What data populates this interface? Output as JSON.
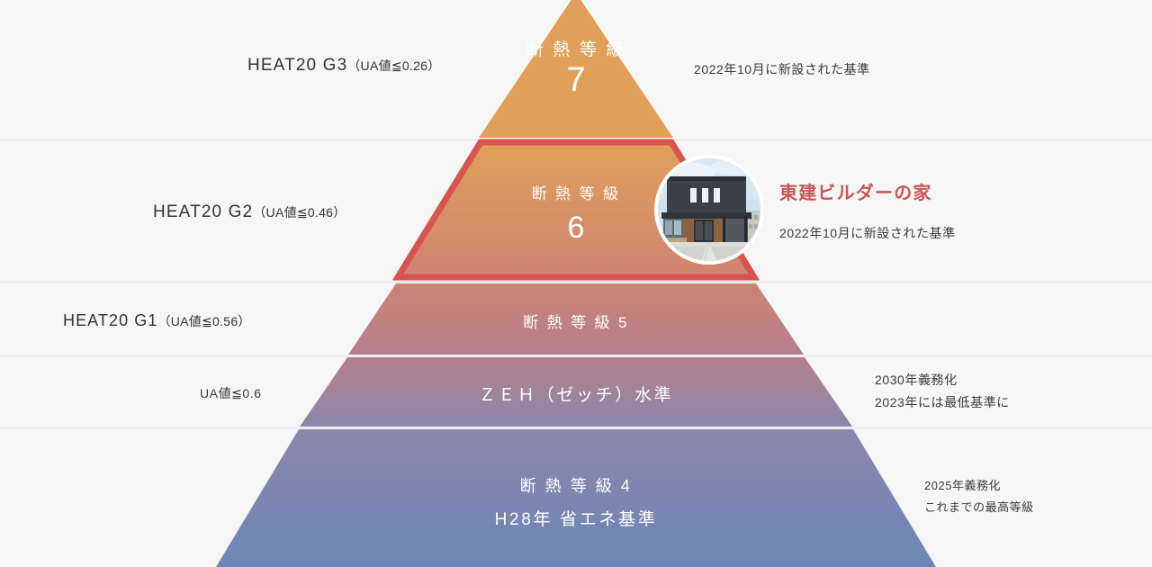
{
  "diagram": {
    "type": "pyramid",
    "title_implicit": "断熱等級ピラミッド",
    "background_color": "#f6f6f6",
    "levels": [
      {
        "id": "grade7",
        "shape": "triangle-apex",
        "grade_label": "断 熱 等 級",
        "grade_number": "7",
        "left_label_main": "HEAT20 G3",
        "left_label_sub": "（UA値≦0.26）",
        "right_note": "2022年10月に新設された基準",
        "fill_color": "#e0a05a"
      },
      {
        "id": "grade6",
        "shape": "trapezoid-outlined",
        "grade_label": "断 熱 等 級",
        "grade_number": "6",
        "left_label_main": "HEAT20 G2",
        "left_label_sub": "（UA値≦0.46）",
        "highlight_title": "東建ビルダーの家",
        "highlight_title_color": "#cc5555",
        "right_note": "2022年10月に新設された基準",
        "outline_color": "#d9534f",
        "fill_top_color": "#e0a05a",
        "fill_bottom_color": "#cf8370",
        "photo_alt": "東建ビルダーの家 外観写真"
      },
      {
        "id": "grade5",
        "shape": "trapezoid",
        "grade_label": "断 熱 等 級 5",
        "left_label_main": "HEAT20 G1",
        "left_label_sub": "（UA値≦0.56）",
        "right_note": "",
        "fill_top_color": "#cd8274",
        "fill_bottom_color": "#b5808c"
      },
      {
        "id": "zeh",
        "shape": "trapezoid",
        "grade_label": "ＺＥＨ（ゼッチ）水準",
        "left_label_main": "UA値≦0.6",
        "left_label_sub": "",
        "right_note_line1": "2030年義務化",
        "right_note_line2": "2023年には最低基準に",
        "fill_top_color": "#b5808c",
        "fill_bottom_color": "#8b87ab"
      },
      {
        "id": "grade4",
        "shape": "trapezoid-base",
        "grade_label": "断 熱 等 級 4",
        "grade_sublabel": "H28年 省エネ基準",
        "left_label_main": "",
        "left_label_sub": "",
        "right_note_line1": "2025年義務化",
        "right_note_line2": "これまでの最高等級",
        "fill_top_color": "#8b87ab",
        "fill_bottom_color": "#6d86b5"
      }
    ],
    "divider_color": "#e2e2e2"
  }
}
